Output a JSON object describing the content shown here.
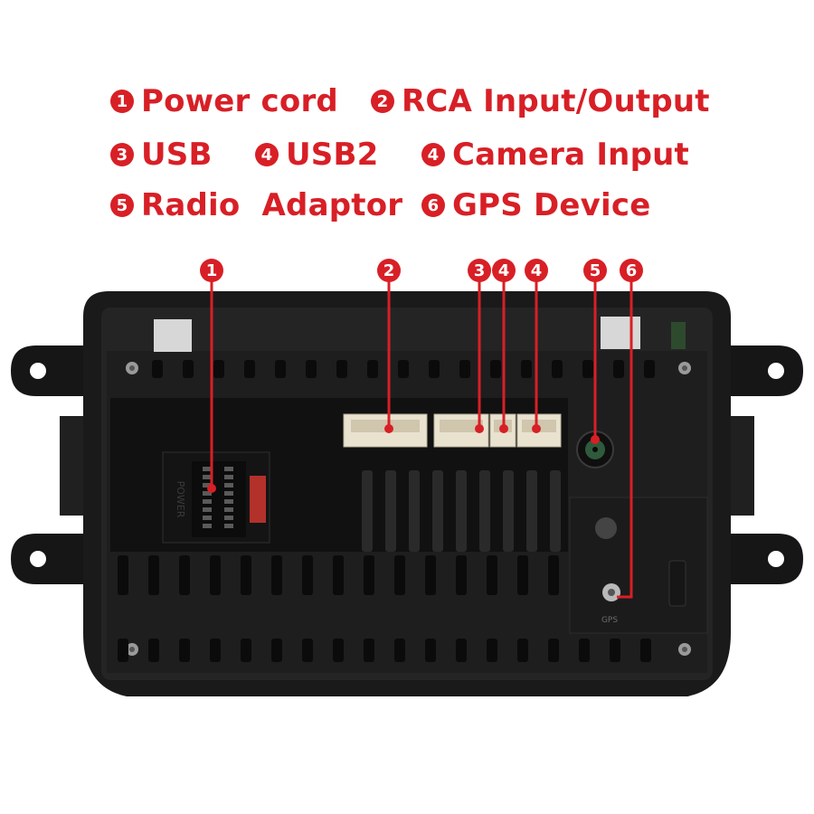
{
  "legend": [
    {
      "num": "1",
      "label": "Power cord"
    },
    {
      "num": "2",
      "label": "RCA Input/Output"
    },
    {
      "num": "3",
      "label": "USB"
    },
    {
      "num": "4",
      "label": "USB2"
    },
    {
      "num": "4",
      "label": "Camera Input"
    },
    {
      "num": "5",
      "label": "Radio  Adaptor"
    },
    {
      "num": "6",
      "label": "GPS Device"
    }
  ],
  "callouts": [
    "1",
    "2",
    "3",
    "4",
    "4",
    "5",
    "6"
  ],
  "device": {
    "connector_label": "POWER",
    "antenna_label": "GPS"
  },
  "colors": {
    "accent": "#d81f26",
    "housing": "#1b1b1b",
    "connector": "#e9e2cf"
  }
}
